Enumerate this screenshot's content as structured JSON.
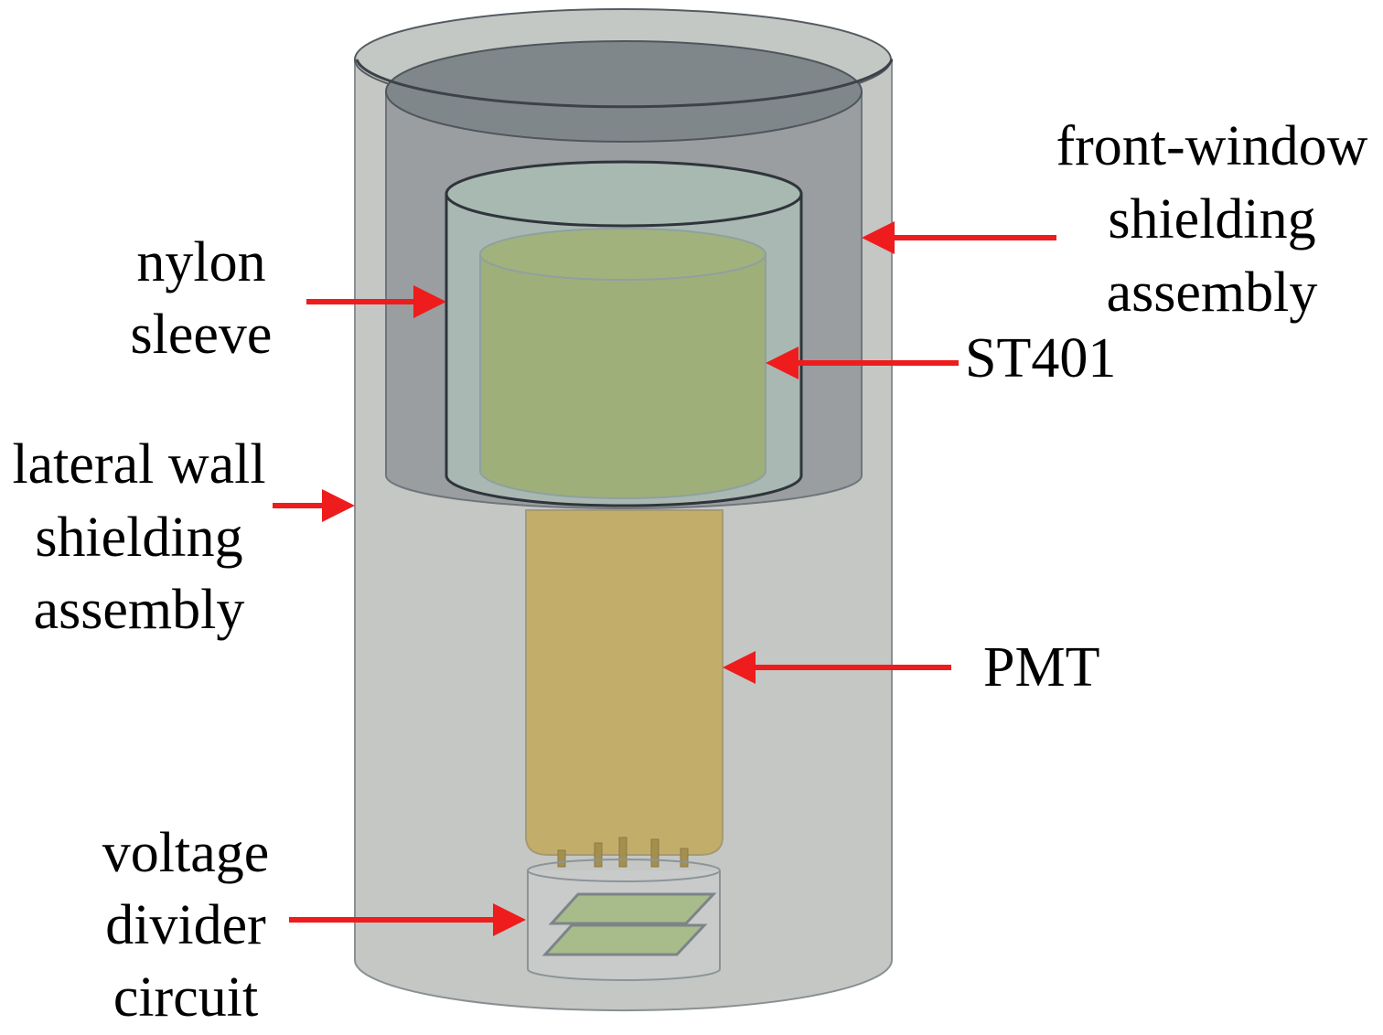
{
  "labels": {
    "nylon_sleeve": [
      "nylon",
      "sleeve"
    ],
    "lateral_wall": [
      "lateral wall",
      "shielding",
      "assembly"
    ],
    "voltage_divider": [
      "voltage",
      "divider",
      "circuit"
    ],
    "front_window": [
      "front-window",
      "shielding",
      "assembly"
    ],
    "st401": "ST401",
    "pmt": "PMT"
  },
  "colors": {
    "outer_shield": "#c4c7c4",
    "front_window_shield": "#9a9ea0",
    "nylon_sleeve": "#a9b8b2",
    "st401": "#9faf79",
    "pmt": "#c2ad6a",
    "arrow": "#ee1c1c"
  }
}
